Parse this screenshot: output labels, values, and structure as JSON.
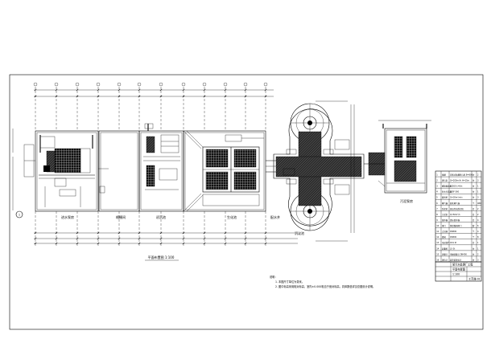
{
  "drawing": {
    "background": "#ffffff",
    "line_color": "#000000"
  },
  "section_labels": [
    "进水泵房",
    "格栅间",
    "初沉池",
    "生化池",
    "配水井",
    "沉淀池",
    "污泥泵房"
  ],
  "plan_caption": "平面布置图 1:100",
  "notes": {
    "title": "说明：",
    "lines": [
      "1. 本图尺寸单位为毫米。",
      "2. 图中标高采用相对标高，室内±0.000相当于绝对标高，具体数值详见总图设计说明。"
    ]
  },
  "legend_table": {
    "rows": [
      [
        "1",
        "格栅",
        "回转式格栅除污机 B=800",
        "台",
        "2"
      ],
      [
        "2",
        "潜污泵",
        "Q=200m³/h H=15m",
        "台",
        "3"
      ],
      [
        "3",
        "螺旋输送机",
        "LS260 L=6m",
        "台",
        "1"
      ],
      [
        "4",
        "砂水分离器",
        "LSSF-260",
        "台",
        "1"
      ],
      [
        "5",
        "鼓风机",
        "Q=30m³/min",
        "台",
        "3"
      ],
      [
        "6",
        "曝气器",
        "微孔曝气器",
        "个",
        "480"
      ],
      [
        "7",
        "刮泥机",
        "周边传动刮泥机",
        "台",
        "2"
      ],
      [
        "8",
        "污泥泵",
        "Q=50m³/h",
        "台",
        "2"
      ],
      [
        "9",
        "搅拌器",
        "潜水搅拌器",
        "台",
        "4"
      ],
      [
        "10",
        "闸门",
        "铸铁镶铜闸门",
        "套",
        "6"
      ],
      [
        "11",
        "止回阀",
        "DN300",
        "个",
        "4"
      ],
      [
        "12",
        "蝶阀",
        "DN300",
        "个",
        "8"
      ],
      [
        "13",
        "电动葫芦",
        "CD1 2t",
        "台",
        "1"
      ],
      [
        "14",
        "起重机",
        "LX 3t",
        "台",
        "1"
      ],
      [
        "15",
        "流量计",
        "电磁流量计 DN400",
        "台",
        "2"
      ],
      [
        "16",
        "液位计",
        "超声波液位计",
        "台",
        "3"
      ]
    ]
  },
  "title_block": {
    "project": "某污水处理厂工程",
    "drawing_name": "平面布置图",
    "scale": "1:100",
    "sheet": "工艺施-01"
  },
  "axis_marker": "1"
}
